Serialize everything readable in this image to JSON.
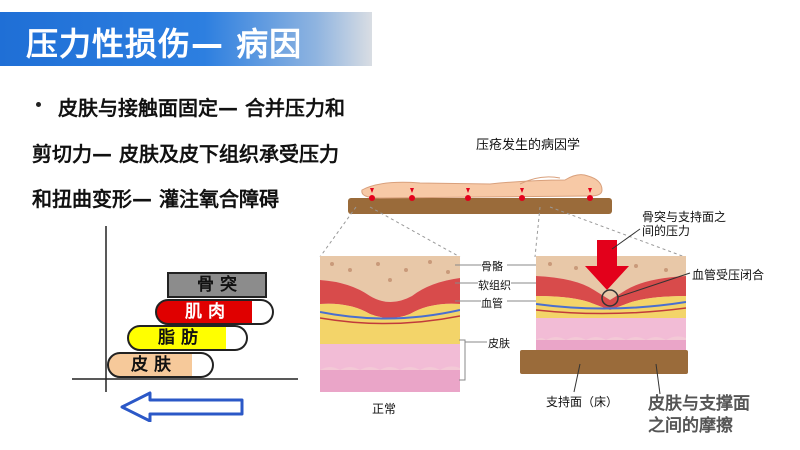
{
  "slide": {
    "title": "压力性损伤— 病因",
    "bullet_lines": [
      "皮肤与接触面固定— 合并压力和",
      "剪切力— 皮肤及皮下组织承受压力",
      "和扭曲变形— 灌注氧合障碍"
    ]
  },
  "layers_diagram": {
    "layers": [
      {
        "label": "骨 突",
        "color": "#8c8c8c"
      },
      {
        "label": "肌 肉",
        "color": "#e00000"
      },
      {
        "label": "脂 肪",
        "color": "#ffff00"
      },
      {
        "label": "皮 肤",
        "color": "#f6c99a"
      }
    ],
    "arrow_color": "#2b58c7"
  },
  "pathology_figure": {
    "caption": "压疮发生的病因学",
    "callout_pressure": "骨突与支持面之\n间的压力",
    "callout_occlusion": "血管受压闭合",
    "tissue_labels": [
      "骨骼",
      "软组织",
      "血管",
      "皮肤"
    ],
    "label_normal": "正常",
    "label_support": "支持面（床）",
    "friction_note": "皮肤与支撑面\n之间的摩擦"
  },
  "colors": {
    "title_blue": "#1f6fd6",
    "pressure_red": "#e3001b"
  }
}
